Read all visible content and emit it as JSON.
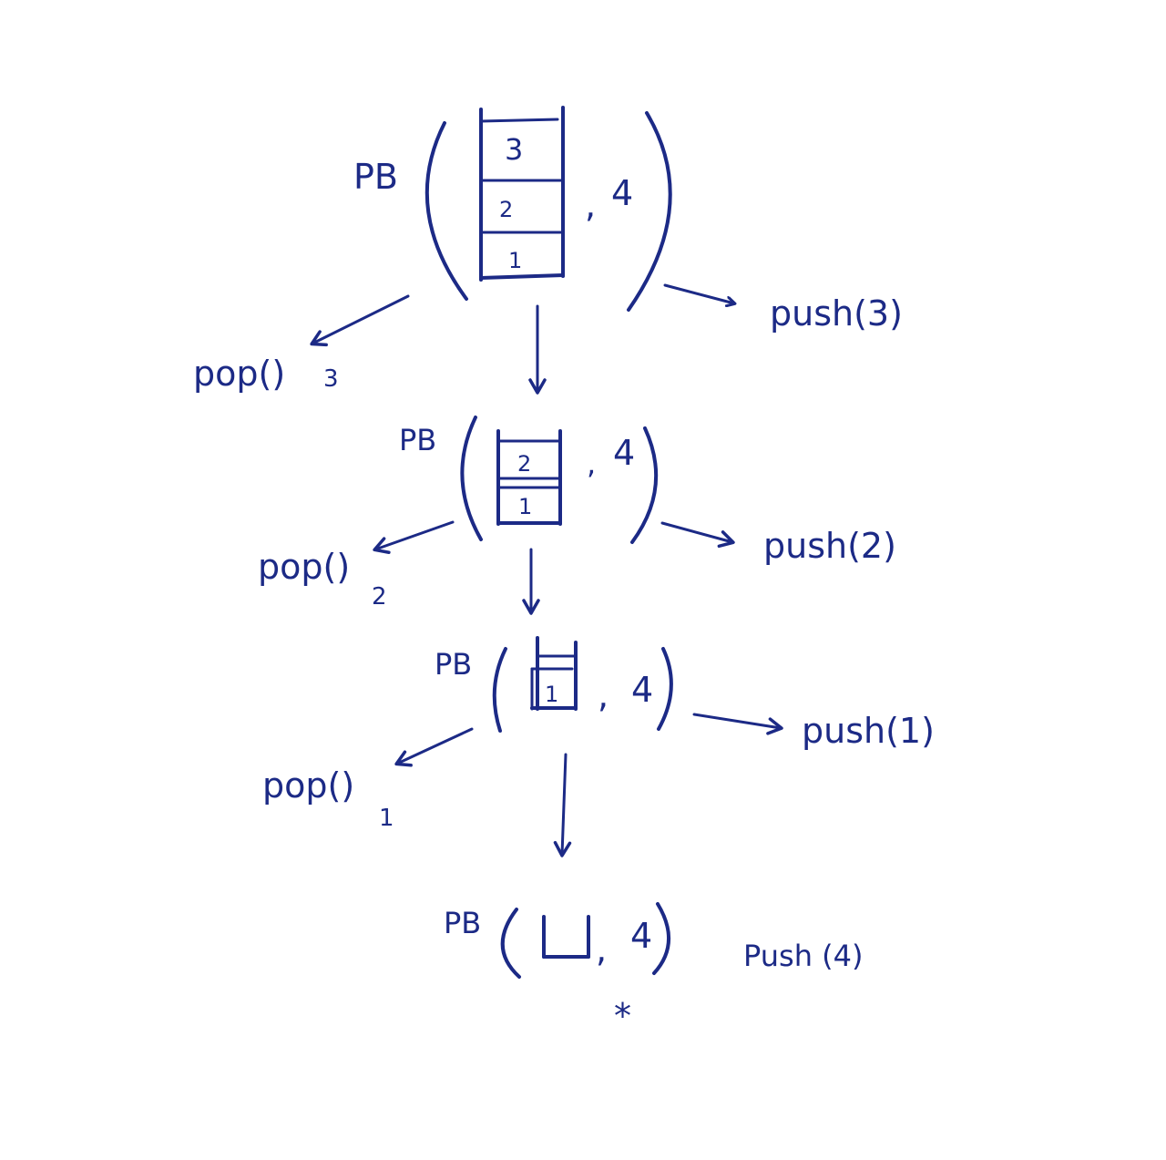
{
  "steps": [
    {
      "fn": "PB",
      "stack": [
        "3",
        "2",
        "1"
      ],
      "arg": "4",
      "pop_label": "pop()",
      "pop_value": "3",
      "push_label": "push(3)"
    },
    {
      "fn": "PB",
      "stack": [
        "2",
        "1"
      ],
      "arg": "4",
      "pop_label": "pop()",
      "pop_value": "2",
      "push_label": "push(2)"
    },
    {
      "fn": "PB",
      "stack": [
        "1"
      ],
      "arg": "4",
      "pop_label": "pop()",
      "pop_value": "1",
      "push_label": "push(1)"
    },
    {
      "fn": "PB",
      "stack": [],
      "arg": "4",
      "push_label": "Push (4)",
      "mark": "*"
    }
  ],
  "separator": ","
}
